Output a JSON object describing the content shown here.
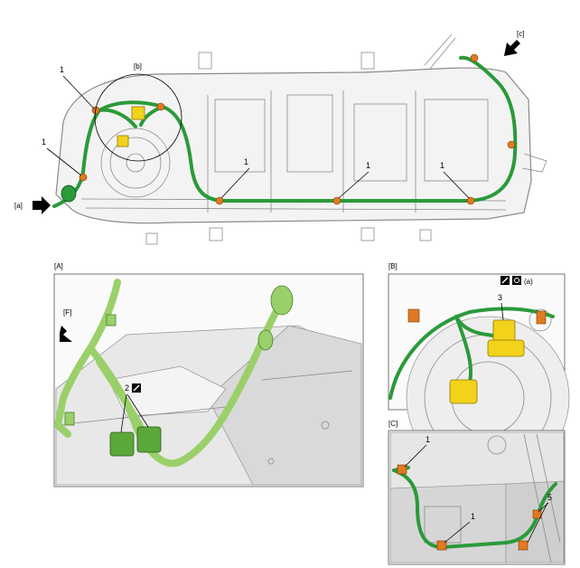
{
  "labels": {
    "view_a_arrow": "[a]",
    "view_b_circle": "[b]",
    "view_c_arrow": "[c]",
    "panel_a": "[A]",
    "panel_b": "[B]",
    "panel_c": "[C]",
    "panel_a_arrow": "[F]",
    "tightening_b": "(a)"
  },
  "callouts": {
    "clip": "1",
    "connector": "2",
    "bracket": "3",
    "clamp": "5"
  },
  "icons": {
    "torque": "wrench-icon",
    "tighten": "torque-spec-icon"
  },
  "colors": {
    "harness": "#2a9a3a",
    "harness_light": "#9ad06a",
    "clip": "#e07a22",
    "connector": "#f3d21c"
  }
}
